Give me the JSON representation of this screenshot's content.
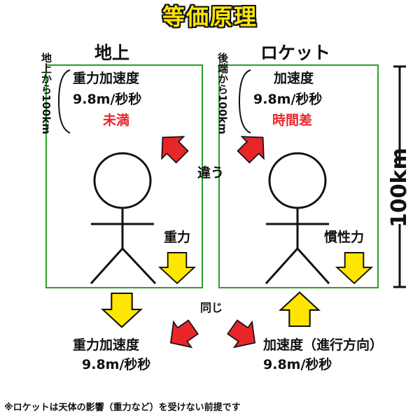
{
  "title": "等価原理",
  "left": {
    "header": "地上",
    "vertical_label": "地上から100km",
    "line1": "重力加速度",
    "line2": "9.8m/秒秒",
    "status": "未満",
    "force_label": "重力"
  },
  "right": {
    "header": "ロケット",
    "vertical_label": "後端から100km",
    "line1": "加速度",
    "line2": "9.8m/秒秒",
    "status": "時間差",
    "force_label": "慣性力"
  },
  "height_label": "100km",
  "differ_label": "違う",
  "same_label": "同じ",
  "bottom_left": {
    "line1": "重力加速度",
    "line2": "9.8m/秒秒"
  },
  "bottom_right": {
    "line1": "加速度（進行方向）",
    "line2": "9.8m/秒秒"
  },
  "footnote": "※ロケットは天体の影響（重力など）を受けない前提です",
  "colors": {
    "title": "#ffe600",
    "box": "#2aa02a",
    "red_arrow": "#e8262a",
    "yellow_arrow": "#ffe600",
    "emphasis": "#e8262a"
  }
}
